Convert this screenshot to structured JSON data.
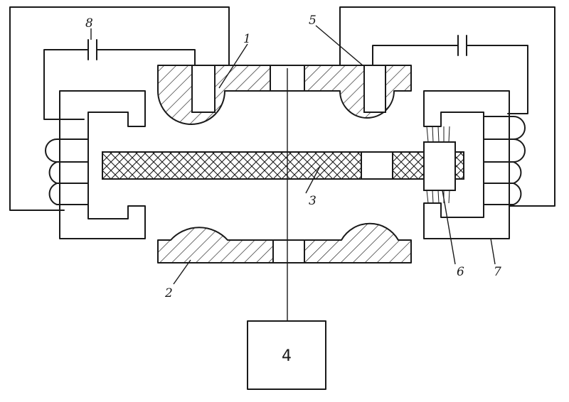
{
  "labels": {
    "l1": "1",
    "l2": "2",
    "l3": "3",
    "l4": "4",
    "l5": "5",
    "l6": "6",
    "l7": "7",
    "l8": "8"
  },
  "colors": {
    "ink": "#1a1a1a",
    "paper": "#ffffff"
  }
}
